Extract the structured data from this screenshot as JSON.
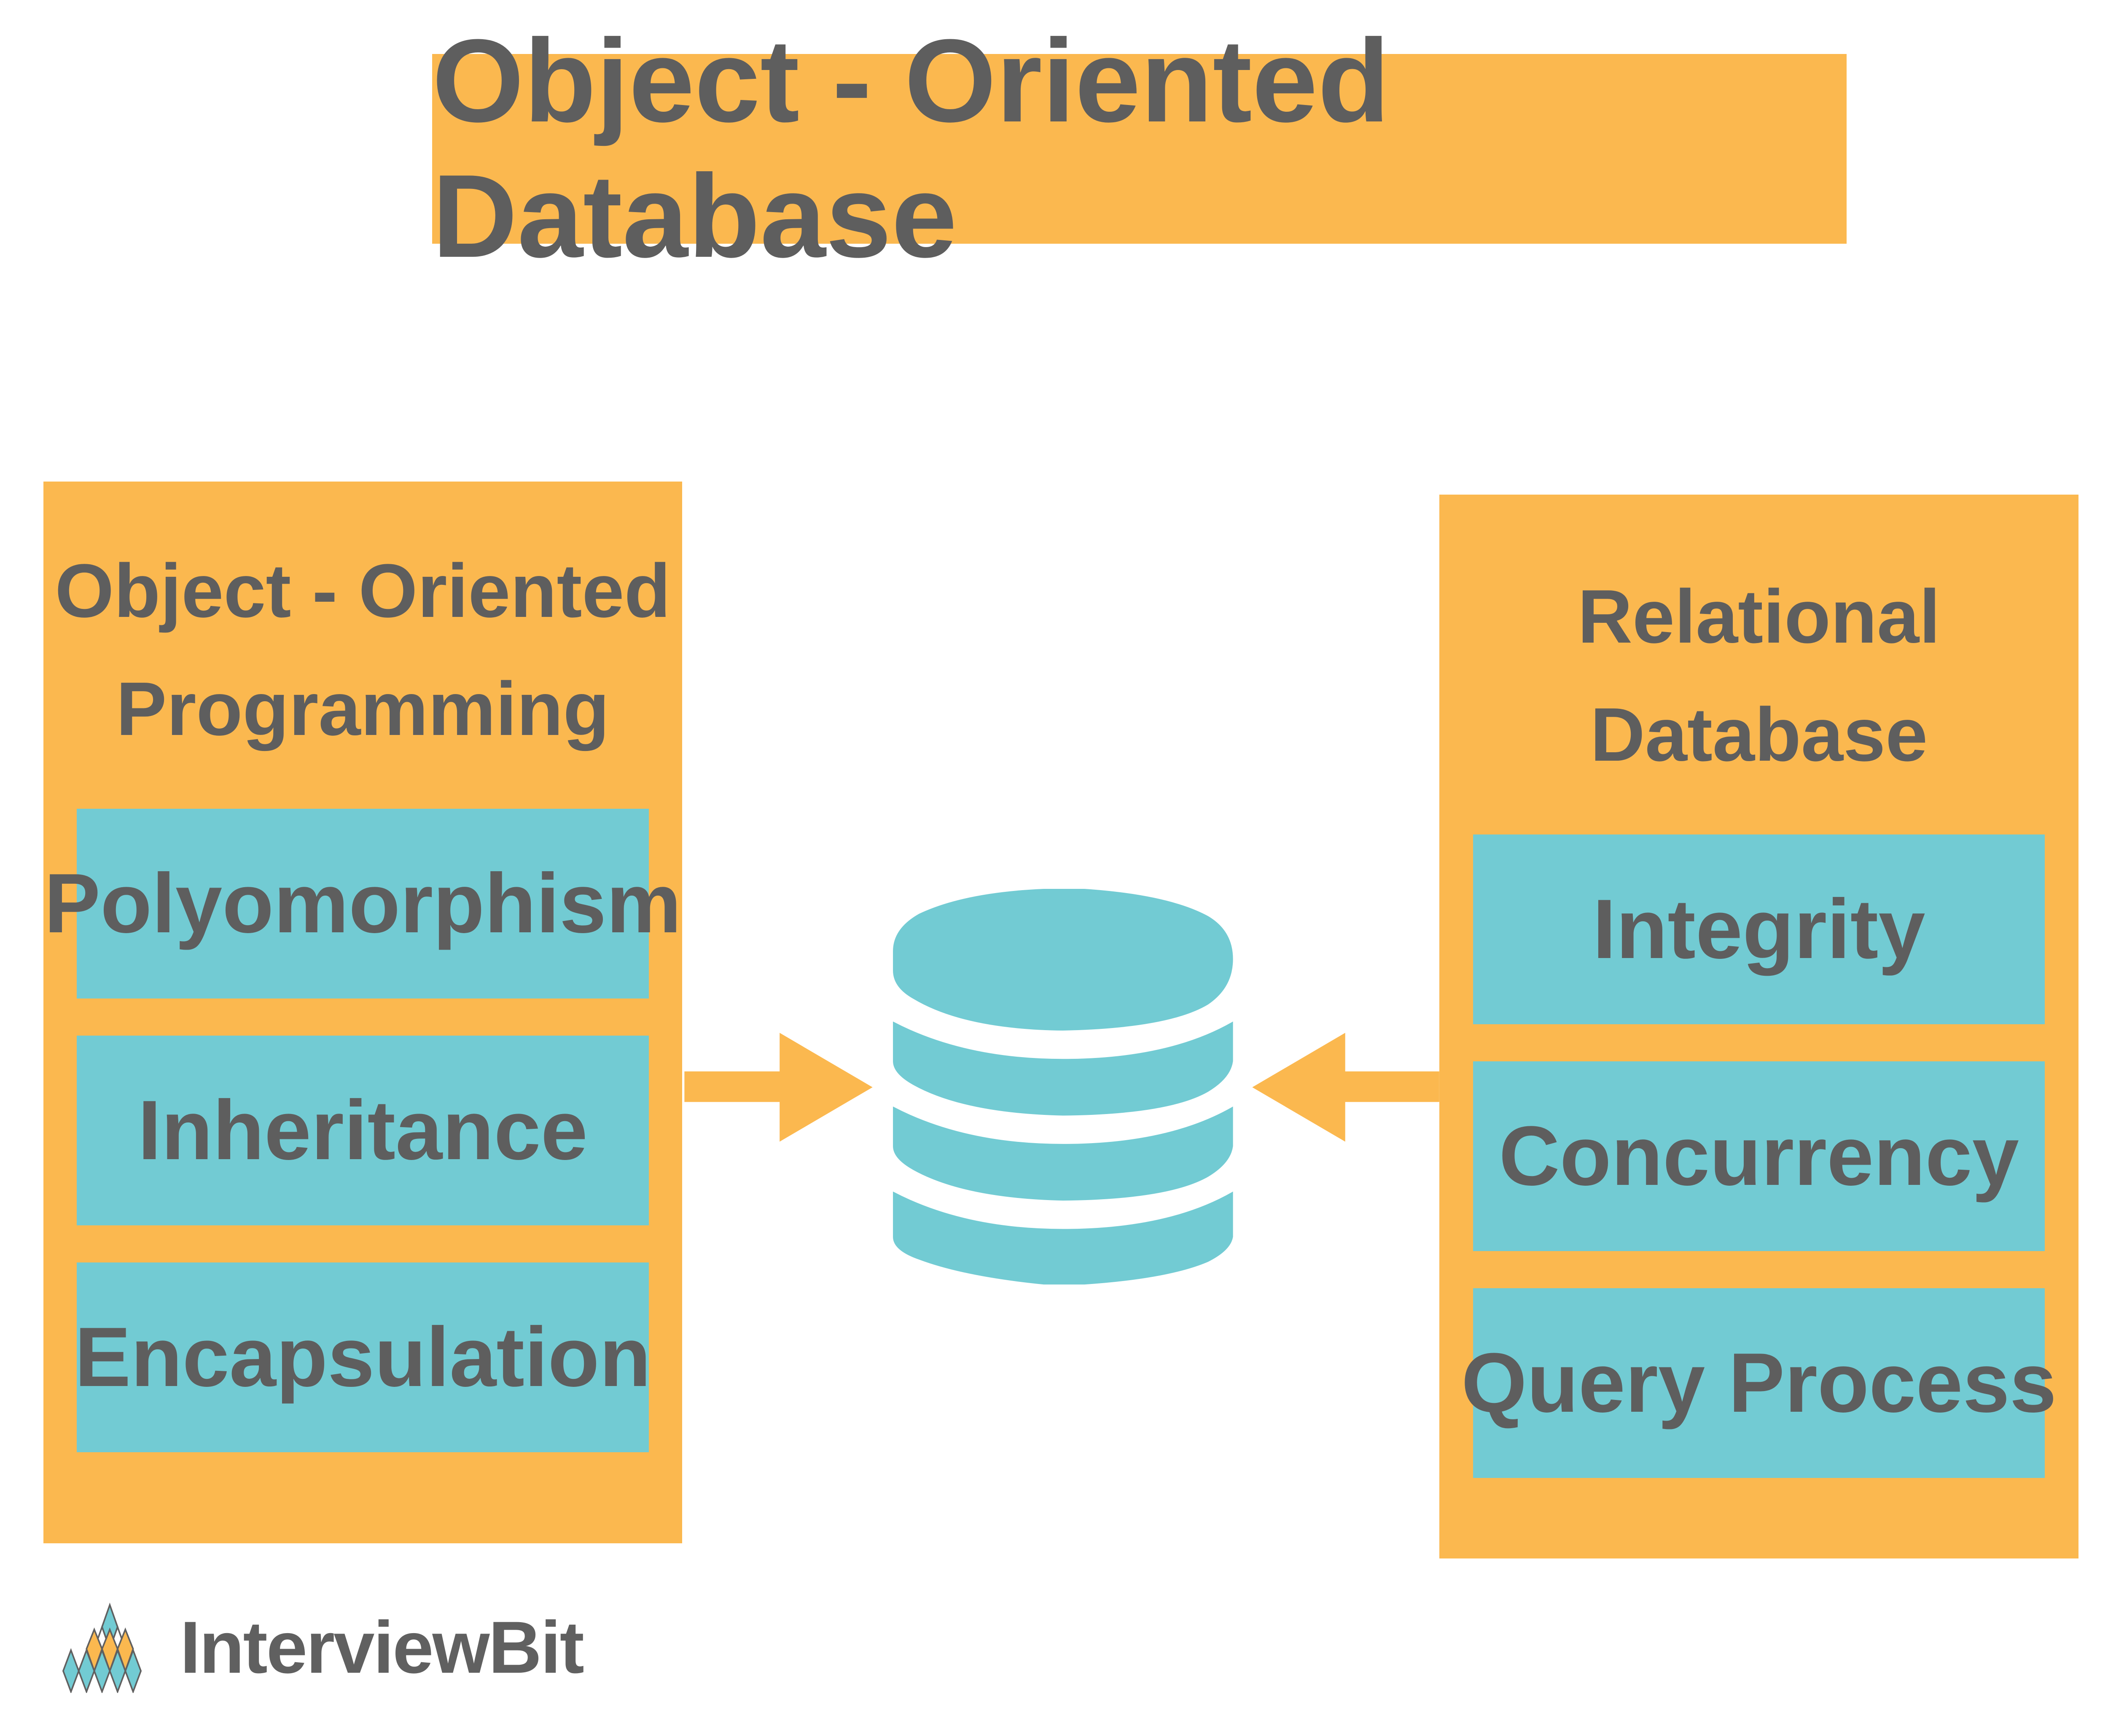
{
  "title": "Object - Oriented Database",
  "left_panel": {
    "title_line1": "Object - Oriented",
    "title_line2": "Programming",
    "items": [
      "Polyomorphism",
      "Inheritance",
      "Encapsulation"
    ]
  },
  "right_panel": {
    "title_line1": "Relational",
    "title_line2": "Database",
    "items": [
      "Integrity",
      "Concurrency",
      "Query Process"
    ]
  },
  "center_icon": "database-icon",
  "logo": {
    "text": "InterviewBit"
  },
  "colors": {
    "orange": "#FBB84F",
    "teal": "#72CBD3",
    "text": "#5E5E5E"
  }
}
